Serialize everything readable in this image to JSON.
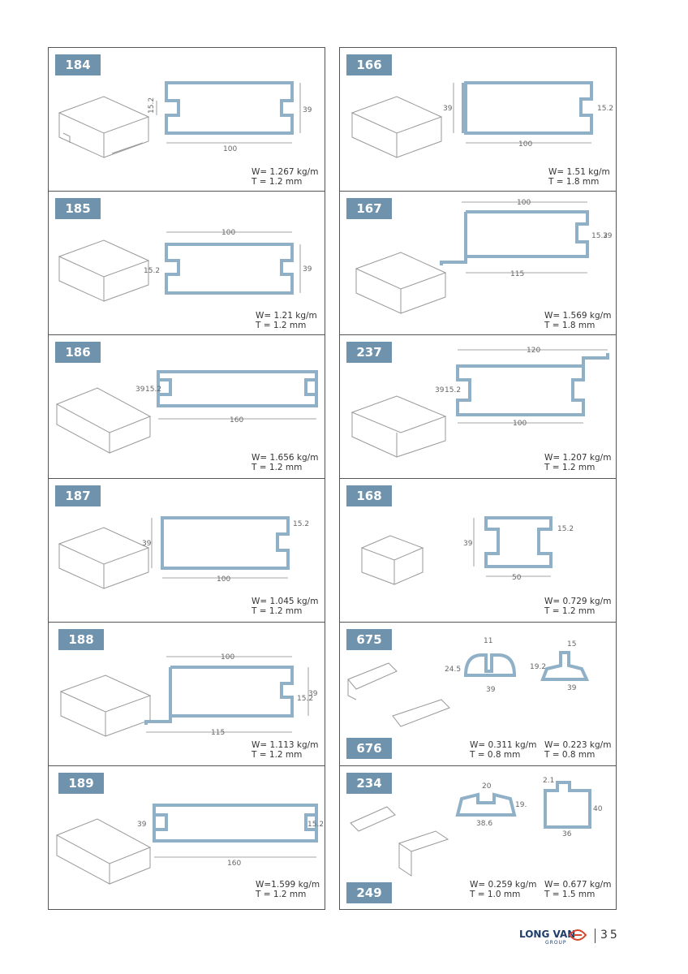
{
  "cells": [
    {
      "code": "184",
      "w": "W= 1.267 kg/m",
      "t": "T = 1.2 mm",
      "dims": [
        "15.2",
        "39",
        "100"
      ]
    },
    {
      "code": "166",
      "w": "W= 1.51 kg/m",
      "t": "T = 1.8 mm",
      "dims": [
        "39",
        "15.2",
        "100"
      ]
    },
    {
      "code": "185",
      "w": "W= 1.21 kg/m",
      "t": "T = 1.2 mm",
      "dims": [
        "100",
        "15.2",
        "39"
      ]
    },
    {
      "code": "167",
      "w": "W= 1.569 kg/m",
      "t": "T = 1.8 mm",
      "dims": [
        "100",
        "15.2",
        "39",
        "115"
      ]
    },
    {
      "code": "186",
      "w": "W= 1.656 kg/m",
      "t": "T = 1.2 mm",
      "dims": [
        "39",
        "15.2",
        "160"
      ]
    },
    {
      "code": "237",
      "w": "W= 1.207 kg/m",
      "t": "T = 1.2 mm",
      "dims": [
        "120",
        "39",
        "15.2",
        "100"
      ]
    },
    {
      "code": "187",
      "w": "W= 1.045 kg/m",
      "t": "T = 1.2 mm",
      "dims": [
        "39",
        "15.2",
        "100"
      ]
    },
    {
      "code": "168",
      "w": "W= 0.729 kg/m",
      "t": "T = 1.2 mm",
      "dims": [
        "39",
        "15.2",
        "50"
      ]
    },
    {
      "code": "188",
      "w": "W= 1.113 kg/m",
      "t": "T = 1.2 mm",
      "dims": [
        "100",
        "15.2",
        "39",
        "115"
      ]
    },
    {
      "code": "675",
      "code2": "676",
      "w": "W= 0.311 kg/m",
      "t": "T = 0.8 mm",
      "w2": "W= 0.223 kg/m",
      "t2": "T = 0.8 mm",
      "dims": [
        "11",
        "24.5",
        "39",
        "15",
        "19.2",
        "39"
      ]
    },
    {
      "code": "189",
      "w": "W=1.599 kg/m",
      "t": "T = 1.2 mm",
      "dims": [
        "39",
        "15.2",
        "160"
      ]
    },
    {
      "code": "234",
      "code2": "249",
      "w": "W= 0.259 kg/m",
      "t": "T = 1.0 mm",
      "w2": "W= 0.677 kg/m",
      "t2": "T = 1.5 mm",
      "dims": [
        "20",
        "19.5",
        "38.6",
        "2.1",
        "40",
        "36"
      ]
    }
  ],
  "footer": {
    "brand": "LONG VAN",
    "group": "GROUP",
    "page": "35"
  },
  "colors": {
    "badge": "#6f93ad",
    "profile": "#8fb0c6"
  }
}
